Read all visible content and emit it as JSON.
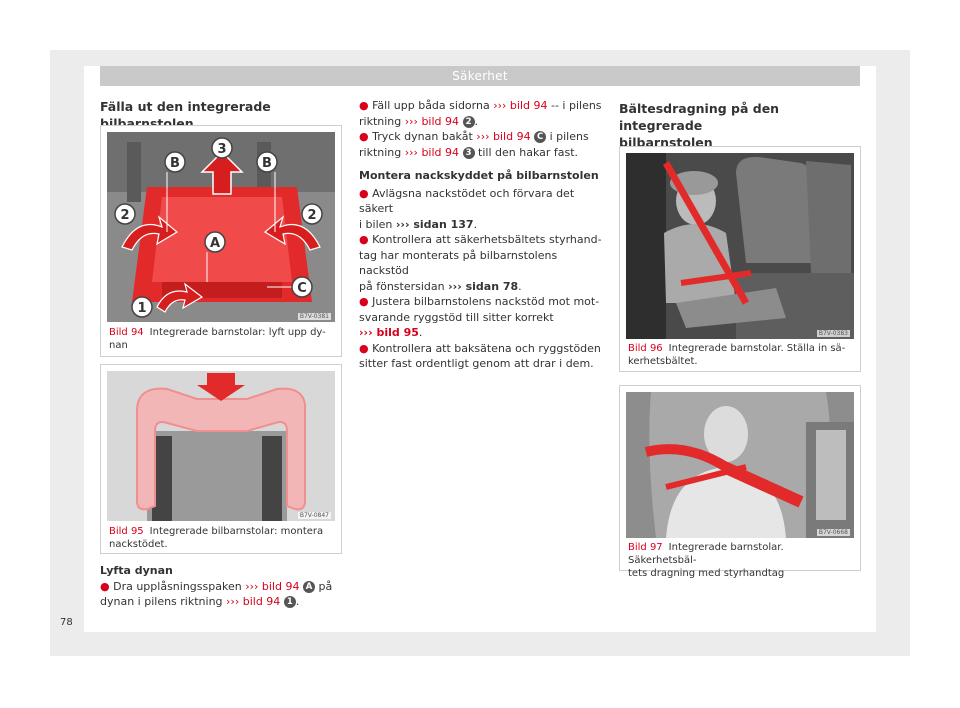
{
  "header": {
    "title": "Säkerhet"
  },
  "left": {
    "title": "Fälla ut den integrerade bilbarnstolen",
    "fig94": {
      "label": "Bild 94",
      "caption_line1": "Integrerade barnstolar: lyft upp dy-",
      "caption_line2": "nan",
      "code": "B7V-0381",
      "markers": [
        "3",
        "B",
        "B",
        "2",
        "2",
        "A",
        "C",
        "1"
      ]
    },
    "fig95": {
      "label": "Bild 95",
      "caption_line1": "Integrerade bilbarnstolar: montera",
      "caption_line2": "nackstödet.",
      "code": "B7V-0847"
    },
    "lift": {
      "heading": "Lyfta dynan",
      "b1_a": "Dra upplåsningsspaken",
      "b1_ref1": "bild 94",
      "b1_c1": "A",
      "b1_b": "på",
      "b1_c": "dynan i pilens riktning",
      "b1_ref2": "bild 94",
      "b1_c2": "1",
      "b1_end": "."
    }
  },
  "mid": {
    "b1_a": "Fäll upp båda sidorna",
    "b1_ref": "bild 94",
    "b1_b": "-- i pilens",
    "b1_c": "riktning",
    "b1_ref2": "bild 94",
    "b1_c1": "2",
    "b1_end": ".",
    "b2_a": "Tryck dynan bakåt",
    "b2_ref": "bild 94",
    "b2_c1": "C",
    "b2_b": "i pilens",
    "b2_c": "riktning",
    "b2_ref2": "bild 94",
    "b2_c2": "3",
    "b2_d": "till den hakar fast.",
    "subhead": "Montera nackskyddet på bilbarnstolen",
    "b3_a": "Avlägsna nackstödet och förvara det säkert",
    "b3_b": "i bilen",
    "b3_ref": "sidan 137",
    "b3_end": ".",
    "b4_a": "Kontrollera att säkerhetsbältets styrhand-",
    "b4_b": "tag har monterats på bilbarnstolens nackstöd",
    "b4_c": "på fönstersidan",
    "b4_ref": "sidan 78",
    "b4_end": ".",
    "b5_a": "Justera bilbarnstolens nackstöd mot mot-",
    "b5_b": "svarande ryggstöd till sitter korrekt",
    "b5_ref": "bild 95",
    "b5_end": ".",
    "b6_a": "Kontrollera att baksätena och ryggstöden",
    "b6_b": "sitter fast ordentligt genom att drar i dem."
  },
  "right": {
    "title_line1": "Bältesdragning på den integrerade",
    "title_line2": "bilbarnstolen",
    "fig96": {
      "label": "Bild 96",
      "caption_line1": "Integrerade barnstolar. Ställa in sä-",
      "caption_line2": "kerhetsbältet.",
      "code": "B7V-0383"
    },
    "fig97": {
      "label": "Bild 97",
      "caption_line1": "Integrerade barnstolar. Säkerhetsbäl-",
      "caption_line2": "tets dragning med styrhandtag",
      "code": "B7V-0668"
    }
  },
  "footer": {
    "page_number": "78",
    "arrows": "›››"
  }
}
